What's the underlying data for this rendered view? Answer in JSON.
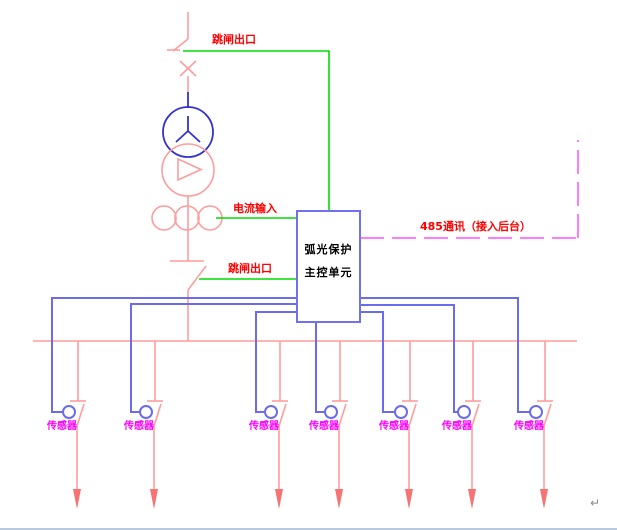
{
  "diagram": {
    "title_implicit": "arc-protection single line diagram",
    "labels": {
      "trip_output_top": "跳闸出口",
      "current_input": "电流输入",
      "trip_output_mid": "跳闸出口",
      "comm_485": "485通讯（接入后台）",
      "return_mark": "↵"
    },
    "main_unit": {
      "line1": "弧光保护",
      "line2": "主控单元"
    },
    "sensors": [
      {
        "label": "传感器"
      },
      {
        "label": "传感器"
      },
      {
        "label": "传感器"
      },
      {
        "label": "传感器"
      },
      {
        "label": "传感器"
      },
      {
        "label": "传感器"
      },
      {
        "label": "传感器"
      }
    ],
    "colors": {
      "power_line_pink": "#ff9c9c",
      "control_wire_blue": "#6b6bef",
      "transformer_blue": "#3333cc",
      "signal_green": "#00dc00",
      "comm_magenta": "#ff7dff",
      "label_red": "#ff0000",
      "label_magenta": "#ff00ff",
      "unit_text_black": "#000000",
      "background": "#ffffff"
    }
  }
}
